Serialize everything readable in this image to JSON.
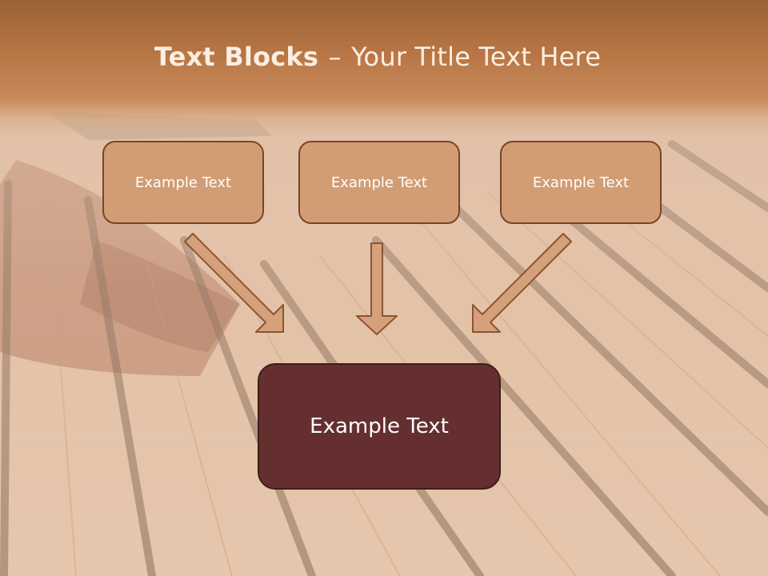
{
  "slide": {
    "title_bold": "Text Blocks",
    "title_dash": "–",
    "title_rest": "Your Title Text Here",
    "blocks": [
      {
        "label": "Example Text"
      },
      {
        "label": "Example Text"
      },
      {
        "label": "Example Text"
      }
    ],
    "target_block": {
      "label": "Example Text"
    }
  },
  "colors": {
    "title_bar": "#b87645",
    "small_box_fill": "#d29c74",
    "box_border": "#7a4526",
    "target_fill": "#652f30",
    "arrow_fill": "#d6a07a",
    "arrow_stroke": "#8a5533"
  },
  "icons": {
    "arrows": [
      "arrow-down-right-icon",
      "arrow-down-icon",
      "arrow-down-left-icon"
    ]
  }
}
